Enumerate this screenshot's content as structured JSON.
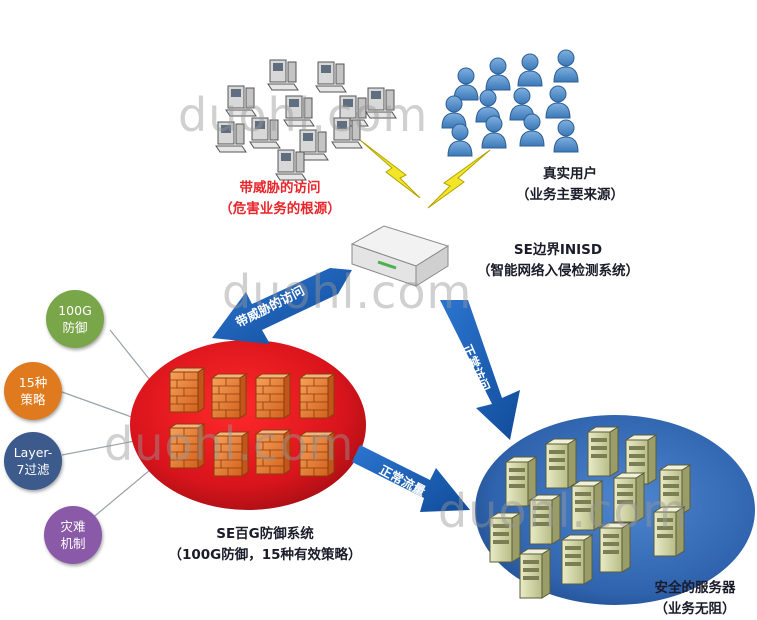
{
  "threat_source": {
    "line1": "带威胁的访问",
    "line2": "（危害业务的根源）"
  },
  "real_users": {
    "line1": "真实用户",
    "line2": "（业务主要来源）"
  },
  "inisd": {
    "line1": "SE边界INISD",
    "line2": "（智能网络入侵检测系统）"
  },
  "defense": {
    "line1": "SE百G防御系统",
    "line2": "（100G防御，15种有效策略）"
  },
  "servers": {
    "line1": "安全的服务器",
    "line2": "（业务无阻）"
  },
  "arrows": {
    "threat": "带威胁的访问",
    "normal_to_servers": "正常访问",
    "normal_flow": "正常流量"
  },
  "features": [
    {
      "line1": "100G",
      "line2": "防御",
      "color": "#7aa64a"
    },
    {
      "line1": "15种",
      "line2": "策略",
      "color": "#e07a1e"
    },
    {
      "line1": "Layer-",
      "line2": "7过滤",
      "color": "#3d5a8c"
    },
    {
      "line1": "灾难",
      "line2": "机制",
      "color": "#8a5aa8"
    }
  ],
  "watermark": "duohl.com",
  "colors": {
    "threat_red": "#e8262b",
    "arrow_blue": "#1f5fb0",
    "red_zone": "#d9141c",
    "server_zone": "#3a6fb8"
  }
}
